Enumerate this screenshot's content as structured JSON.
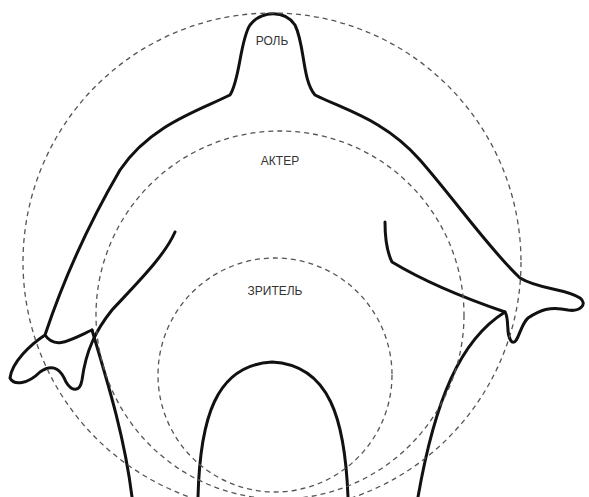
{
  "diagram": {
    "nodes": [
      {
        "text": [
          "РОЛЬ"
        ]
      },
      {
        "text": [
          "АКТЕР"
        ],
        "in": 0
      },
      {
        "text": [
          "ЗРИТЕЛЬ"
        ],
        "in": 1
      }
    ]
  }
}
